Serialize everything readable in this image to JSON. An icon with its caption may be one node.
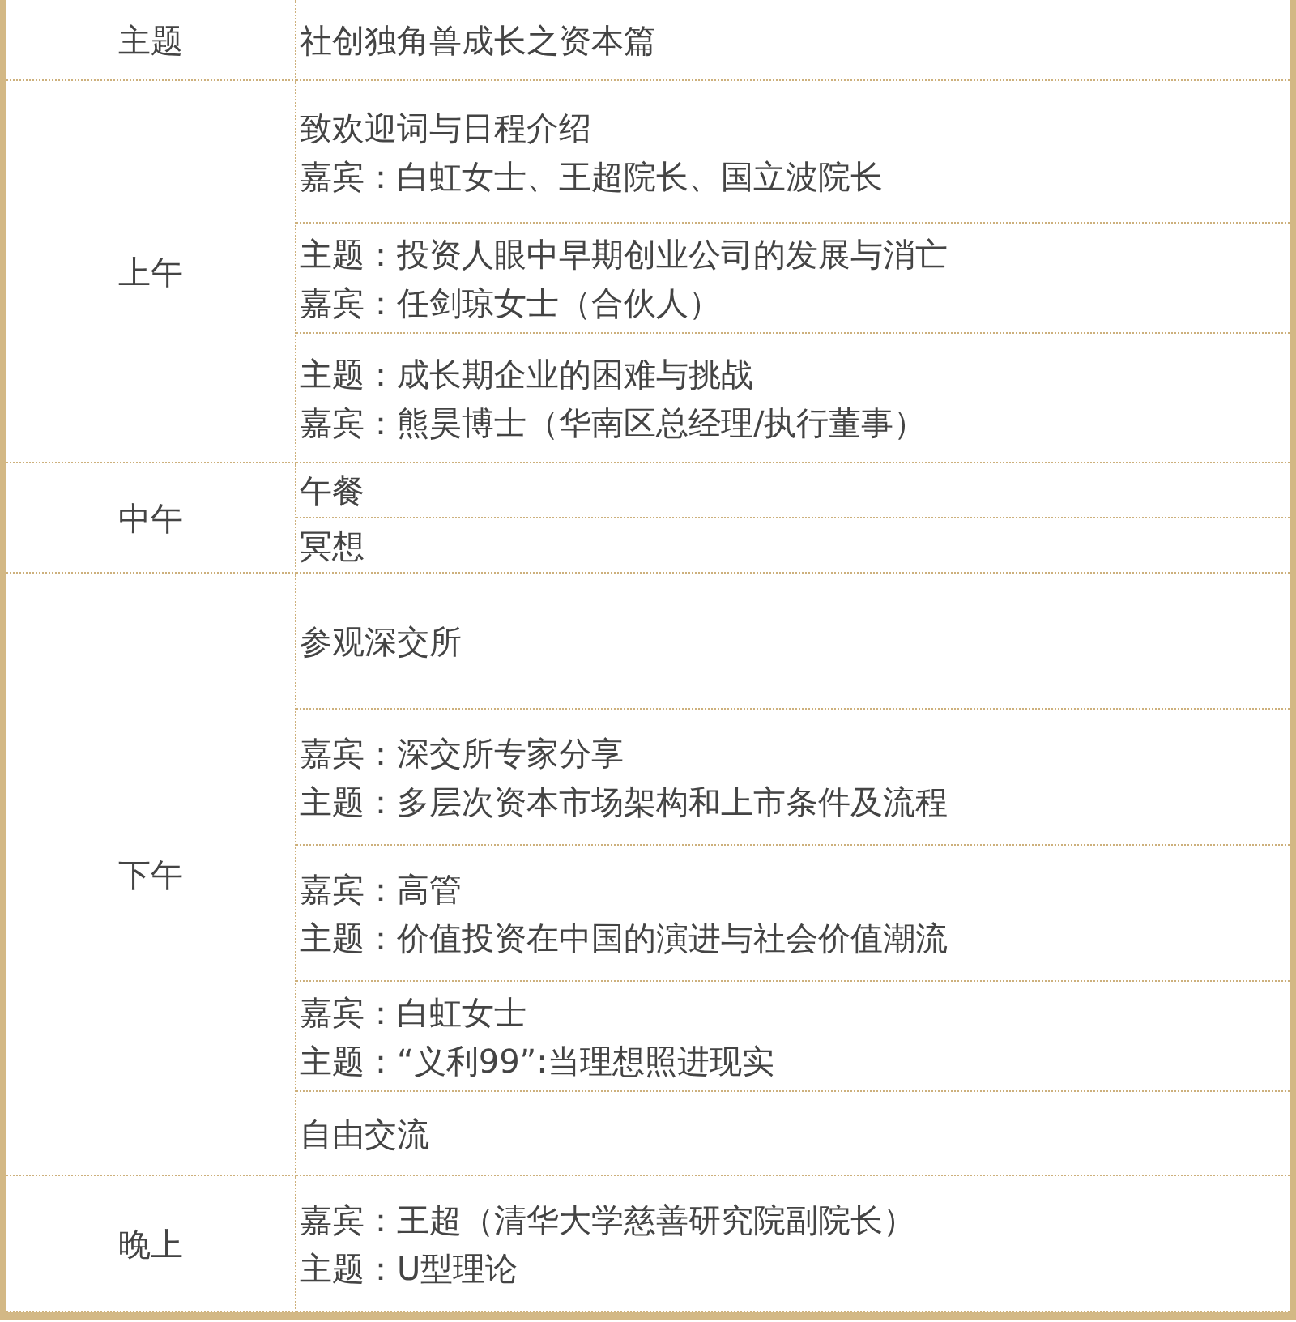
{
  "diagram": {
    "labels": [
      "主题",
      "社创独角兽成长之资本篇",
      "上午",
      "致欢迎词与日程介绍",
      "嘉宾：白虹女士、王超院长、国立波院长",
      "主题：投资人眼中早期创业公司的发展与消亡",
      "嘉宾：任剑琼女士（合伙人）",
      "主题：成长期企业的困难与挑战",
      "嘉宾：熊昊博士（华南区总经理/执行董事）",
      "中午",
      "午餐",
      "冥想",
      "下午",
      "参观深交所",
      "嘉宾：深交所专家分享",
      "主题：多层次资本市场架构和上市条件及流程",
      "嘉宾：高管",
      "主题：价值投资在中国的演进与社会价值潮流",
      "嘉宾：白虹女士",
      "主题：“义利99”:当理想照进现实",
      "自由交流",
      "晚上",
      "嘉宾：王超（清华大学慈善研究院副院长）",
      "主题：U型理论"
    ]
  }
}
